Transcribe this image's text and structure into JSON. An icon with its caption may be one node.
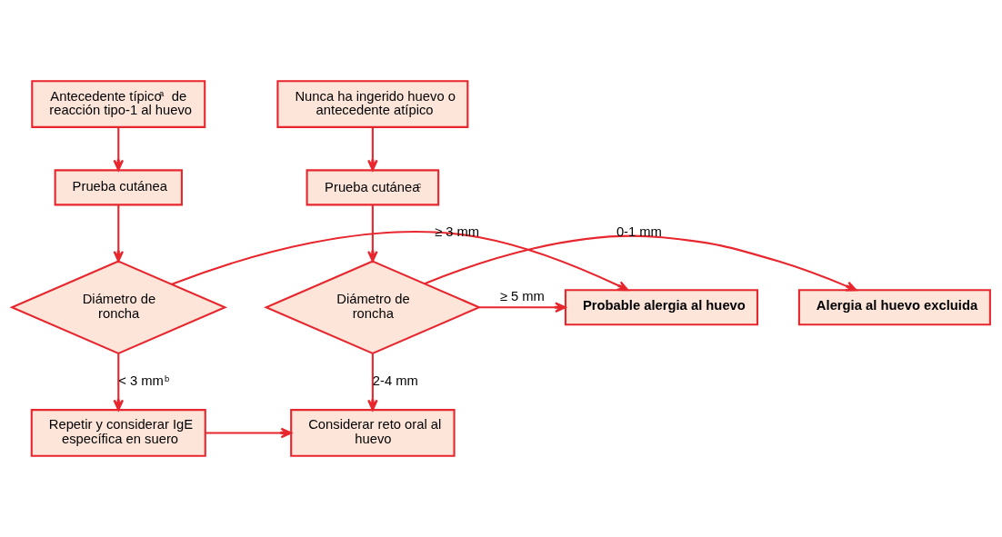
{
  "diagram": {
    "nodes": [
      {
        "text": [
          "Antecedente típico$^{a}$ de reacción tipo-1 al huevo"
        ]
      },
      {
        "text": [
          "Nunca ha ingerido huevo o antecedente atípico"
        ]
      },
      {
        "text": [
          "Prueba cutánea"
        ]
      },
      {
        "text": [
          "Prueba cutánea$^{c}$"
        ]
      },
      {
        "text": [
          "Diámetro de roncha"
        ]
      },
      {
        "text": [
          "Probable alergia al huevo"
        ]
      },
      {
        "text": [
          "Diámetro de roncha"
        ]
      },
      {
        "text": [
          "Alergia al huevo excluida"
        ]
      },
      {
        "text": [
          "Repetir y considerar IgE específica en suero"
        ]
      },
      {
        "text": [
          "Considerar reto oral al huevo"
        ]
      }
    ],
    "edges": [
      {
        "from": 0,
        "to": 2,
        "arrow": "to"
      },
      {
        "from": 2,
        "to": 4,
        "arrow": "to"
      },
      {
        "from": 1,
        "to": 3,
        "arrow": "to"
      },
      {
        "from": 3,
        "to": 6,
        "arrow": "to"
      },
      {
        "from": 4,
        "to": 5,
        "arrow": "to",
        "label": "≥ 3 mm"
      },
      {
        "from": 4,
        "to": 8,
        "arrow": "to",
        "label": "< 3 mm$^{b}$"
      },
      {
        "from": 6,
        "to": 5,
        "arrow": "to",
        "label": "≥ 5 mm"
      },
      {
        "from": 6,
        "to": 7,
        "arrow": "to",
        "label": "0-1 mm"
      },
      {
        "from": 6,
        "to": 9,
        "arrow": "to",
        "label": "2-4 mm"
      },
      {
        "from": 8,
        "to": 9,
        "arrow": "to"
      }
    ]
  }
}
